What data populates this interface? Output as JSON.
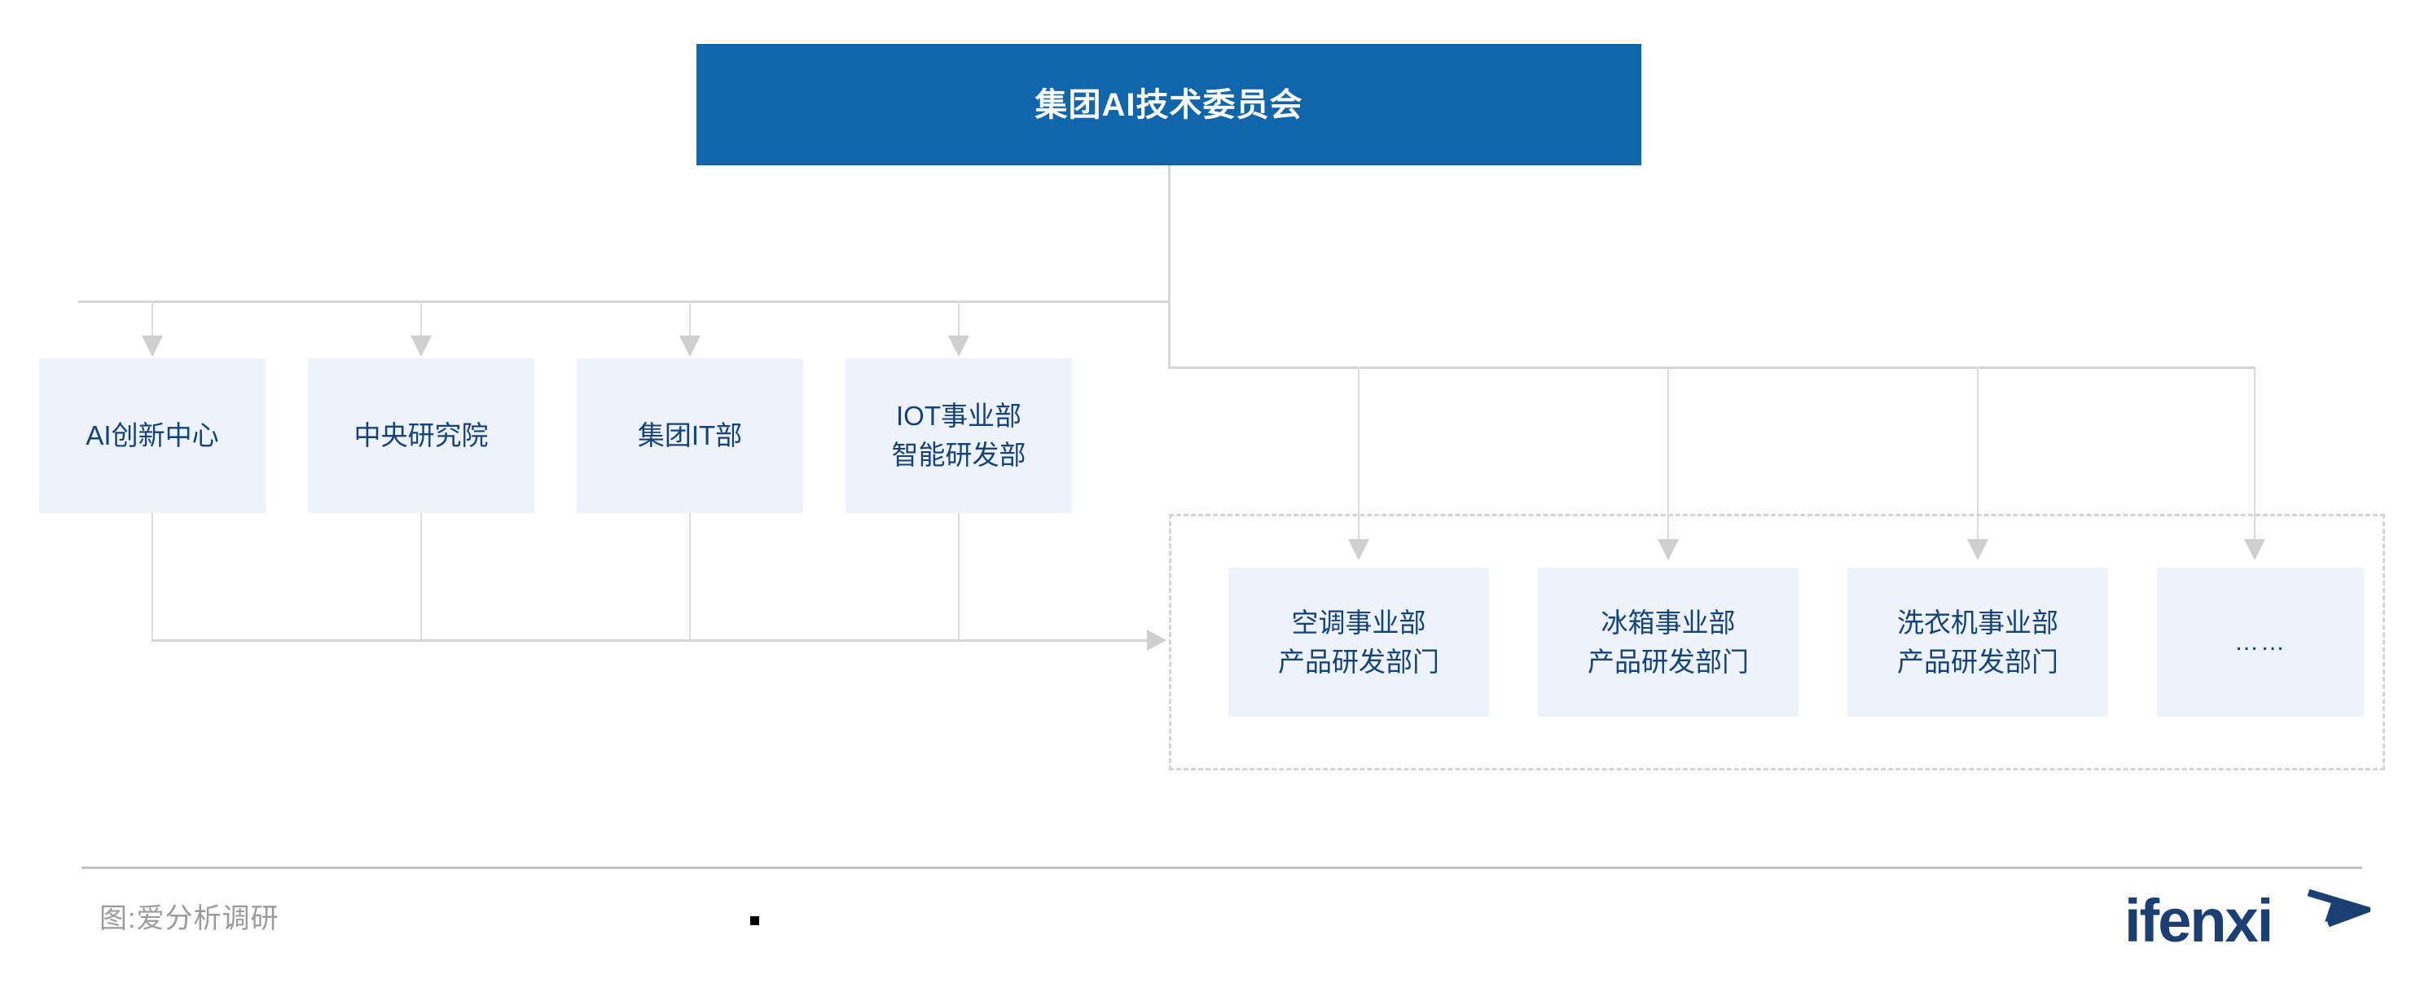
{
  "diagram": {
    "root": {
      "label": "集团AI技术委员会"
    },
    "tier1_nodes": [
      {
        "label": "AI创新中心"
      },
      {
        "label": "中央研究院"
      },
      {
        "label": "集团IT部"
      },
      {
        "label": "IOT事业部\n智能研发部"
      }
    ],
    "tier2_group": {
      "nodes": [
        {
          "label": "空调事业部\n产品研发部门"
        },
        {
          "label": "冰箱事业部\n产品研发部门"
        },
        {
          "label": "洗衣机事业部\n产品研发部门"
        },
        {
          "label": "……"
        }
      ]
    }
  },
  "footer": {
    "source": "图:爱分析调研",
    "brand": "ifenxi"
  },
  "colors": {
    "root_fill": "#1165ab",
    "root_text": "#ffffff",
    "node_fill": "#eef2fa",
    "node_text": "#14427c",
    "connector": "#d6d6d6",
    "dashed_border": "#d4d4d4",
    "footer_text": "#9b9b9b",
    "brand": "#1b3f73"
  }
}
